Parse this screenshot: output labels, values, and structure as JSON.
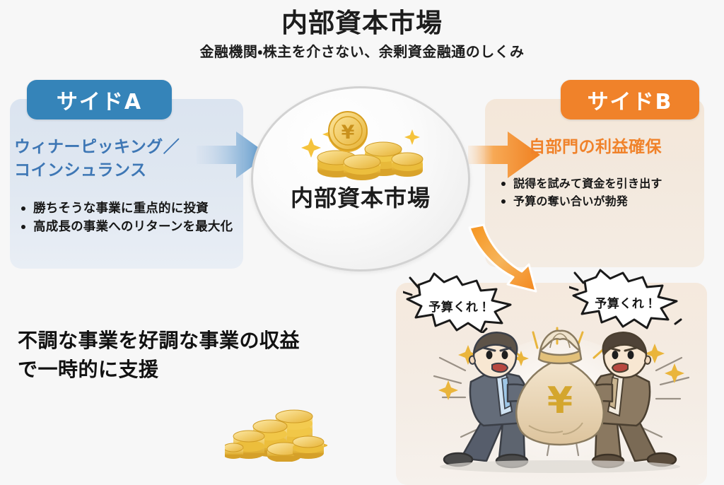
{
  "header": {
    "title": "内部資本市場",
    "subtitle": "金融機関・株主を介さない、余剰資金融通のしくみ"
  },
  "center": {
    "label": "内部資本市場",
    "icon": "gold-coins-yen-icon"
  },
  "side_a": {
    "badge": "サイドA",
    "heading": "ウィナーピッキング／\nコインシュランス",
    "bullets": [
      "勝ちそうな事業に重点的に投資",
      "高成長の事業へのリターンを最大化"
    ],
    "color": "#3584b9",
    "heading_color": "#3e77b5",
    "panel_color": "#dde5f0"
  },
  "side_b": {
    "badge": "サイドB",
    "heading": "自部門の利益確保",
    "bullets": [
      "説得を試みて資金を引き出す",
      "予算の奪い合いが勃発"
    ],
    "color": "#f0822a",
    "heading_color": "#f0822a",
    "panel_color": "#f3e8dc"
  },
  "caption": "不調な事業を好調な事業の収益\nで一時的に支援",
  "bubbles": {
    "left": "予算くれ！",
    "right": "予算くれ！"
  },
  "illustration": {
    "name": "two-businessmen-tug-of-war-money-bag",
    "money_bag_symbol": "¥"
  },
  "arrows": {
    "blue": "arrow-right-blue",
    "orange": "arrow-right-orange",
    "curved": "arrow-curved-down-right-orange"
  },
  "decorations": {
    "coin_pile": "gold-coin-stack-icon"
  }
}
